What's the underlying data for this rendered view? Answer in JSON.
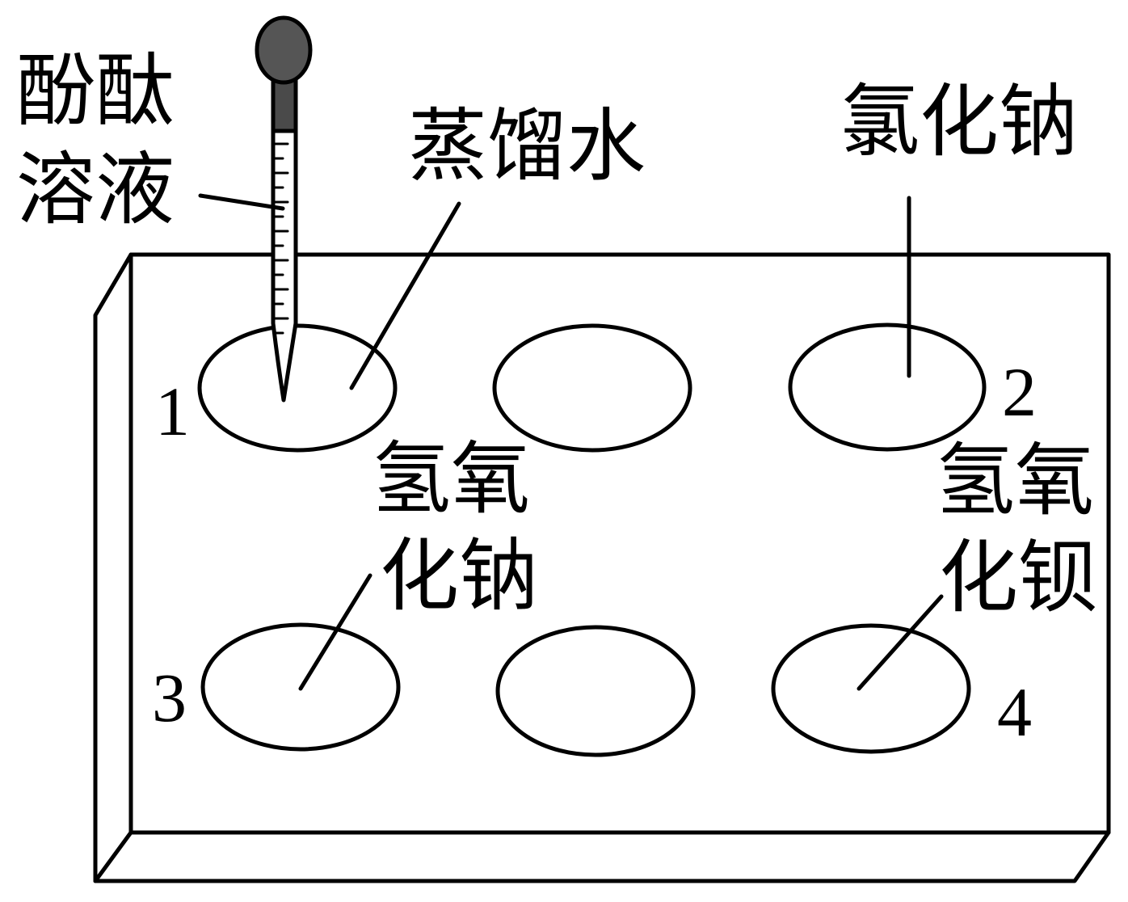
{
  "labels": {
    "indicator_line1": "酚酞",
    "indicator_line2": "溶液",
    "well1_solution": "蒸馏水",
    "well2_solution": "氯化钠",
    "well3_line1": "氢氧",
    "well3_line2": "化钠",
    "well4_line1": "氢氧",
    "well4_line2": "化钡"
  },
  "well_numbers": {
    "well1": "1",
    "well2": "2",
    "well3": "3",
    "well4": "4"
  },
  "colors": {
    "dropper_bulb": "#4a4a4a",
    "outline": "#000000"
  }
}
